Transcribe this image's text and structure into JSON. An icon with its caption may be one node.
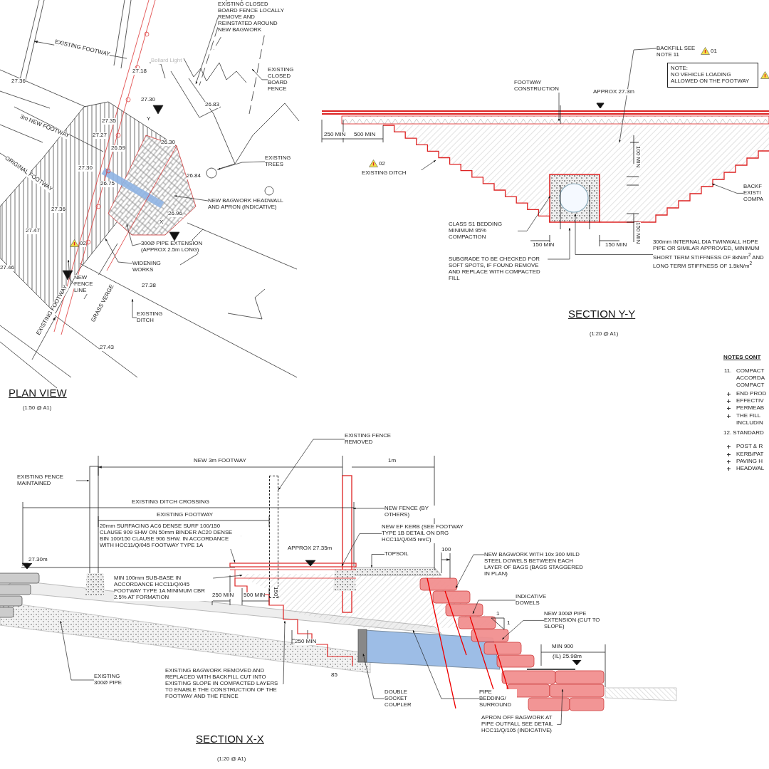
{
  "diagram": {
    "nodes": [
      {
        "text": [
          "EXISTING CLOSED BOARD FENCE LOCALLY REMOVE AND REINSTATED AROUND NEW BAGWORK"
        ]
      },
      {
        "text": [
          "EXISTING CLOSED BOARD FENCE"
        ]
      },
      {
        "text": [
          "EXISTING TREES"
        ]
      },
      {
        "text": [
          "NEW BAGWORK HEADWALL AND APRON (INDICATIVE)"
        ]
      },
      {
        "text": [
          "300Ø PIPE EXTENSION (APPROX 2.5m LONG)"
        ]
      },
      {
        "text": [
          "WIDENING WORKS"
        ]
      },
      {
        "text": [
          "NEW FENCE LINE"
        ]
      },
      {
        "text": [
          "EXISTING DITCH"
        ]
      },
      {
        "text": [
          "Bollard Light"
        ]
      },
      {
        "text": [
          "BACKFILL SEE NOTE 11"
        ]
      },
      {
        "text": [
          "NOTE:",
          "NO VEHICLE LOADING ALLOWED ON THE FOOTWAY"
        ]
      },
      {
        "text": [
          "FOOTWAY CONSTRUCTION"
        ]
      },
      {
        "text": [
          "EXISTING DITCH"
        ]
      },
      {
        "text": [
          "CLASS S1 BEDDING MINIMUM 95% COMPACTION"
        ]
      },
      {
        "text": [
          "SUBGRADE TO BE CHECKED FOR SOFT SPOTS, IF FOUND REMOVE AND REPLACE WITH COMPACTED FILL"
        ]
      },
      {
        "text": [
          "300mm INTERNAL DIA TWINWALL HDPE PIPE OR SIMILAR APPROVED, MINIMUM SHORT TERM STIFFNESS OF 8kN/m$^{2}$ AND LONG TERM STIFFNESS OF 1.5kN/m$^{2}$"
        ]
      },
      {
        "text": [
          "BACKF EXISTI COMPA"
        ]
      },
      {
        "text": [
          "EXISTING FENCE MAINTAINED"
        ]
      },
      {
        "text": [
          "EXISTING FENCE REMOVED"
        ]
      },
      {
        "text": [
          "20mm SURFACING AC6 DENSE SURF 100/150 CLAUSE 909 SHW ON 50mm BINDER AC20 DENSE BIN 100/150 CLAUSE 906 SHW. IN ACCORDANCE WITH HCC11/Q/045 FOOTWAY TYPE 1A"
        ]
      },
      {
        "text": [
          "MIN 100mm SUB-BASE IN ACCORDANCE HCC11/Q/045 FOOTWAY TYPE 1A MINIMUM CBR 2.5% AT FORMATION"
        ]
      },
      {
        "text": [
          "NEW FENCE (BY OTHERS)"
        ]
      },
      {
        "text": [
          "NEW EF KERB (SEE FOOTWAY TYPE 1B DETAIL ON DRG HCC11/Q/045 revC)"
        ]
      },
      {
        "text": [
          "TOPSOIL"
        ]
      },
      {
        "text": [
          "NEW BAGWORK WITH 10x 300 MILD STEEL DOWELS BETWEEN EACH LAYER OF BAGS (BAGS STAGGERED IN PLAN)"
        ]
      },
      {
        "text": [
          "INDICATIVE DOWELS"
        ]
      },
      {
        "text": [
          "NEW 300Ø PIPE EXTENSION (CUT TO SLOPE)"
        ]
      },
      {
        "text": [
          "EXISTING 300Ø PIPE"
        ]
      },
      {
        "text": [
          "EXISTING BAGWORK REMOVED AND REPLACED WITH BACKFILL CUT INTO EXISTING SLOPE IN COMPACTED LAYERS TO ENABLE THE CONSTRUCTION OF THE FOOTWAY AND THE FENCE"
        ]
      },
      {
        "text": [
          "DOUBLE SOCKET COUPLER"
        ]
      },
      {
        "text": [
          "PIPE BEDDING/ SURROUND"
        ]
      },
      {
        "text": [
          "APRON OFF BAGWORK AT PIPE OUTFALL SEE DETAIL HCC11/Q/105 (INDICATIVE)"
        ]
      },
      {
        "text": [],
        "shape": "bar"
      }
    ],
    "edges": [
      {
        "from": 0,
        "to": null,
        "arrow": "to"
      },
      {
        "from": 1,
        "to": null,
        "arrow": "to"
      },
      {
        "from": 2,
        "to": null,
        "arrow": "to"
      },
      {
        "from": 3,
        "to": null,
        "arrow": "to"
      },
      {
        "from": 4,
        "to": null,
        "arrow": "to"
      },
      {
        "from": 5,
        "to": null,
        "arrow": "to"
      },
      {
        "from": 6,
        "to": null,
        "arrow": "to"
      },
      {
        "from": 7,
        "to": null,
        "arrow": "to"
      },
      {
        "from": 9,
        "to": null,
        "arrow": "to"
      },
      {
        "from": 11,
        "to": null,
        "arrow": "to"
      },
      {
        "from": 12,
        "to": null,
        "arrow": "to"
      },
      {
        "from": 13,
        "to": null,
        "arrow": "to"
      },
      {
        "from": 14,
        "to": null,
        "arrow": "to"
      },
      {
        "from": 15,
        "to": null,
        "arrow": "to"
      },
      {
        "from": 16,
        "to": null,
        "arrow": "to"
      },
      {
        "from": 17,
        "to": null,
        "arrow": "to"
      },
      {
        "from": 18,
        "to": 32,
        "arrow": "to"
      },
      {
        "from": 19,
        "to": null,
        "arrow": "to"
      },
      {
        "from": 20,
        "to": null,
        "arrow": "to"
      },
      {
        "from": 21,
        "to": null,
        "arrow": "to"
      },
      {
        "from": 22,
        "to": null,
        "arrow": "to"
      },
      {
        "from": 23,
        "to": null,
        "arrow": "to"
      },
      {
        "from": 24,
        "to": null,
        "arrow": "to"
      },
      {
        "from": 25,
        "to": null,
        "arrow": "to"
      },
      {
        "from": 26,
        "to": null,
        "arrow": "to"
      },
      {
        "from": 27,
        "to": null,
        "arrow": "to"
      },
      {
        "from": 28,
        "to": null,
        "arrow": "to"
      },
      {
        "from": 29,
        "to": null,
        "arrow": "to"
      },
      {
        "from": 30,
        "to": null,
        "arrow": "to"
      },
      {
        "from": 31,
        "to": null,
        "arrow": "to"
      }
    ],
    "labels": [
      "EXISTING FOOTWAY",
      "27.36",
      "27.18",
      "27.30",
      "26.83",
      "3m NEW FOOTWAY",
      "27.35",
      "27.27",
      "26.59",
      "26.30",
      "ORIGINAL FOOTWAY",
      "27.30",
      "26.84",
      "26.75",
      "26.96",
      "27.36",
      "27.47",
      "02",
      "27.46",
      "27.38",
      "GRASS VERGE",
      "EXISTING FOOTWAY",
      "27.43",
      "Y",
      "X",
      "PLAN VIEW",
      "(1:50 @ A1)",
      "01",
      "APPROX 27.3m",
      "250 MIN",
      "500 MIN",
      "02",
      "100 MIN",
      "150 MIN",
      "150 MIN",
      "150 MIN",
      "SECTION Y-Y",
      "(1:20 @ A1)",
      "NEW 3m FOOTWAY",
      "1m",
      "EXISTING DITCH CROSSING",
      "EXISTING FOOTWAY",
      "27.30m",
      "APPROX 27.35m",
      "250 MIN",
      "500 MIN",
      "150",
      "250 MIN",
      "85",
      "100",
      "1",
      "1",
      "MIN 900",
      "(IL) 25.98m",
      "SECTION X-X",
      "(1:20 @ A1)",
      "NOTES CONT",
      "11.",
      "COMPACT",
      "ACCORDA",
      "COMPACT",
      "END PROD",
      "EFFECTIV",
      "PERMEAB",
      "THE FILL",
      "INCLUDIN",
      "12. STANDARD",
      "POST & R",
      "KERB/PAT",
      "PAVING H",
      "HEADWAL"
    ]
  }
}
